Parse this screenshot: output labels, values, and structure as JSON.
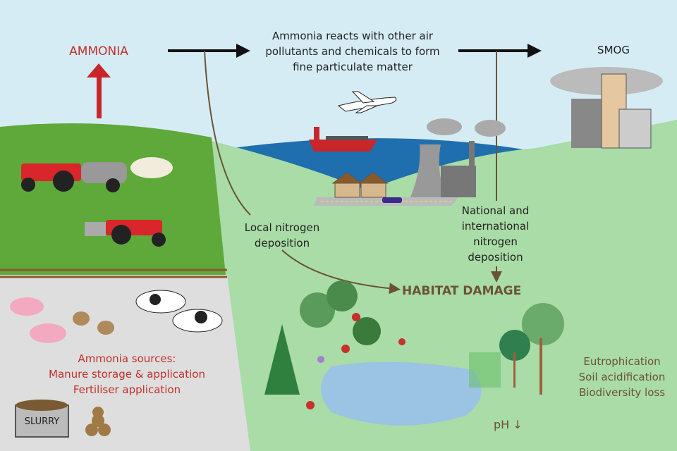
{
  "labels": {
    "ammonia": "AMMONIA",
    "reacts": "Ammonia reacts with other air pollutants and chemicals to form fine particulate matter",
    "smog": "SMOG",
    "local_deposition": "Local nitrogen deposition",
    "national_deposition": "National and international nitrogen deposition",
    "habitat_damage": "HABITAT DAMAGE",
    "ph": "pH ↓",
    "slurry": "SLURRY"
  },
  "sources": [
    "Ammonia sources:",
    "Manure storage & application",
    "Fertiliser application"
  ],
  "effects": [
    "Eutrophication",
    "Soil acidification",
    "Biodiversity loss"
  ],
  "colors": {
    "sky": "#d6ecf5",
    "field": "#5fa83a",
    "meadow": "#a9dca7",
    "yard": "#dedede",
    "red_text": "#c0302a",
    "brown_text": "#6b5236"
  }
}
